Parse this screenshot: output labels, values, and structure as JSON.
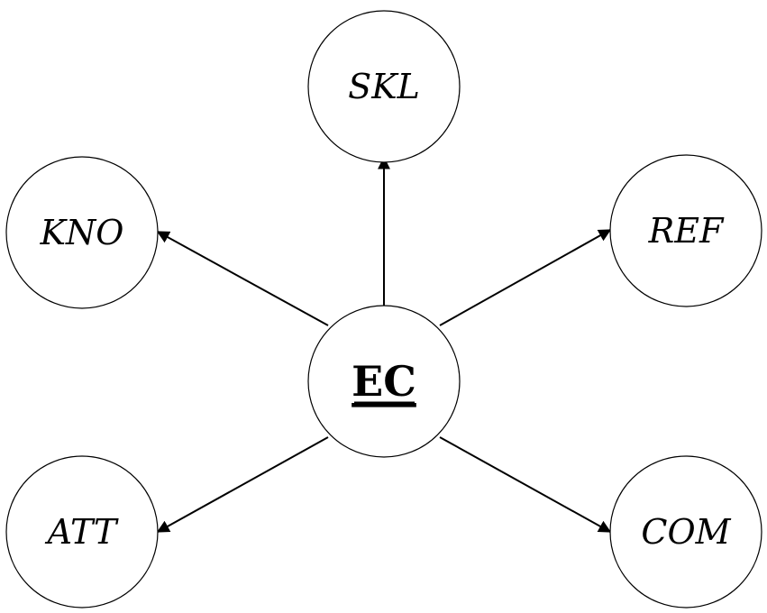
{
  "center": {
    "label": "EC"
  },
  "nodes": {
    "skl": {
      "label": "SKL"
    },
    "kno": {
      "label": "KNO"
    },
    "ref": {
      "label": "REF"
    },
    "att": {
      "label": "ATT"
    },
    "com": {
      "label": "COM"
    }
  },
  "edges": [
    {
      "from": "EC",
      "to": "SKL"
    },
    {
      "from": "EC",
      "to": "KNO"
    },
    {
      "from": "EC",
      "to": "REF"
    },
    {
      "from": "EC",
      "to": "ATT"
    },
    {
      "from": "EC",
      "to": "COM"
    }
  ],
  "colors": {
    "stroke": "#000000",
    "fill": "#ffffff",
    "text": "#000000"
  }
}
